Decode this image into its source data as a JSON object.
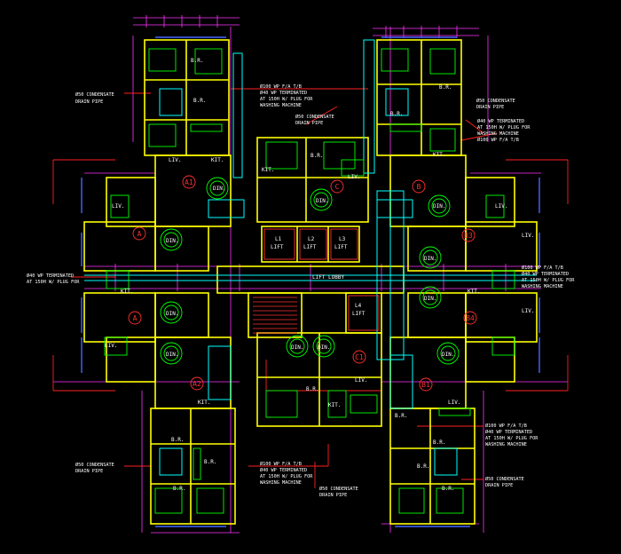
{
  "colors": {
    "background": "#000000",
    "wall": "#ffff00",
    "dimension": "#ff33ff",
    "furniture": "#00ff00",
    "service": "#00ffff",
    "leader": "#ff0000",
    "text": "#ffffff",
    "window": "#4466ff"
  },
  "unit_labels": [
    "A1",
    "A",
    "A",
    "A2",
    "B",
    "B1",
    "B3",
    "B4",
    "C",
    "C1"
  ],
  "room_labels": {
    "bedroom": "B.R.",
    "living": "LIV.",
    "dining": "DIN.",
    "kitchen": "KIT.",
    "lift": "LIFT",
    "lift_lobby": "LIFT LOBBY",
    "lift_l1": "L1",
    "lift_l2": "L2",
    "lift_l3": "L3",
    "lift_l4": "L4"
  },
  "notes": {
    "condensate": [
      "Ø50 CONDENSATE",
      "DRAIN PIPE"
    ],
    "fa_ne": [
      "Ø100 WP F/A T/B",
      "Ø40 WP TERMINATED",
      "AT 150H W/ PLUG FOR",
      "WASHING MACHINE"
    ],
    "fa_e": [
      "Ø40 WP TERMINATED",
      "AT 150H W/ PLUG FOR",
      "WASHING MACHINE",
      "Ø100 WP F/A T/B"
    ],
    "fa_w": [
      "Ø40 WP TERMINATED",
      "AT 150H W/ PLUG FOR"
    ],
    "fa_rw": [
      "Ø100 WP F/A T/B",
      "Ø40 WP TERMINATED",
      "AT 150H W/ PLUG FOR",
      "WASHING MACHINE"
    ],
    "fa_se": [
      "Ø100 WP F/A T/B",
      "Ø40 WP TERMINATED",
      "AT 150H W/ PLUG FOR",
      "WASHING MACHINE"
    ],
    "fa_s": [
      "Ø100 WP F/A T/B",
      "Ø40 WP TERMINATED",
      "AT 150H W/ PLUG FOR",
      "WASHING MACHINE"
    ]
  }
}
